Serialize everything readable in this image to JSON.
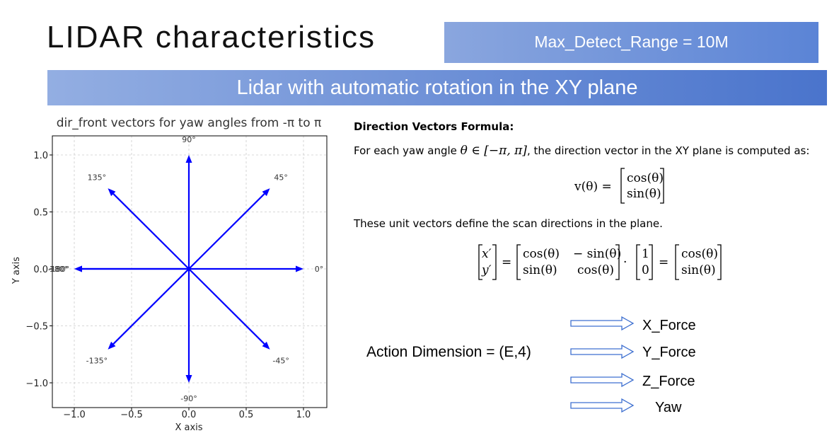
{
  "slide": {
    "title": "LIDAR characteristics",
    "range_label": "Max_Detect_Range = 10M",
    "banner": "Lidar with automatic rotation in the XY plane",
    "colors": {
      "banner_start": "#93aee2",
      "banner_end": "#4a74cc",
      "vector": "#0000ff"
    }
  },
  "chart_data": {
    "type": "vector",
    "title": "dir_front vectors for yaw angles from -π to π",
    "xlabel": "X axis",
    "ylabel": "Y axis",
    "xlim": [
      -1.2,
      1.2
    ],
    "ylim": [
      -1.2,
      1.2
    ],
    "xticks": [
      -1.0,
      -0.5,
      0.0,
      0.5,
      1.0
    ],
    "xtick_labels": [
      "−1.0",
      "−0.5",
      "0.0",
      "0.5",
      "1.0"
    ],
    "yticks": [
      1.0,
      0.5,
      0.0,
      -0.5,
      -1.0
    ],
    "ytick_labels": [
      "1.0",
      "0.5",
      "0.0",
      "−0.5",
      "−1.0"
    ],
    "grid": true,
    "vectors": [
      {
        "angle_deg": 0,
        "label": "0°",
        "x": 1.0,
        "y": 0.0
      },
      {
        "angle_deg": 45,
        "label": "45°",
        "x": 0.707,
        "y": 0.707
      },
      {
        "angle_deg": 90,
        "label": "90°",
        "x": 0.0,
        "y": 1.0
      },
      {
        "angle_deg": 135,
        "label": "135°",
        "x": -0.707,
        "y": 0.707
      },
      {
        "angle_deg": 180,
        "label": "180°",
        "x": -1.0,
        "y": 0.0
      },
      {
        "angle_deg": -180,
        "label": "-180°",
        "x": -1.0,
        "y": 0.0
      },
      {
        "angle_deg": -135,
        "label": "-135°",
        "x": -0.707,
        "y": -0.707
      },
      {
        "angle_deg": -90,
        "label": "-90°",
        "x": 0.0,
        "y": -1.0
      },
      {
        "angle_deg": -45,
        "label": "-45°",
        "x": 0.707,
        "y": -0.707
      }
    ]
  },
  "formula": {
    "heading": "Direction Vectors Formula:",
    "intro_prefix": "For each yaw angle ",
    "intro_math": "θ ∈ [−π, π]",
    "intro_suffix": ", the direction vector in the XY plane is computed as:",
    "vector_lhs": "v(θ) =",
    "cos": "cos(θ)",
    "sin": "sin(θ)",
    "neg_sin": "− sin(θ)",
    "x_prime": "x′",
    "y_prime": "y′",
    "one": "1",
    "zero": "0",
    "equals": "=",
    "dot": "·",
    "unit_text": "These unit vectors define the scan directions in the plane."
  },
  "action": {
    "label": "Action Dimension = (E,4)",
    "outputs": [
      "X_Force",
      "Y_Force",
      "Z_Force",
      "Yaw"
    ]
  }
}
